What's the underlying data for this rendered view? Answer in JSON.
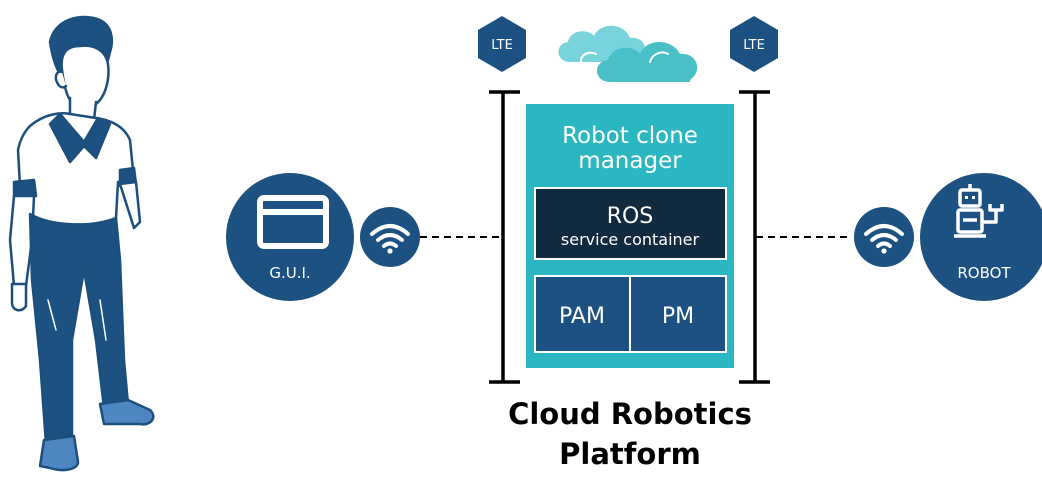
{
  "diagram": {
    "title_line1": "Cloud Robotics",
    "title_line2": "Platform",
    "gui_label": "G.U.I.",
    "robot_label": "ROBOT",
    "lte_left": "LTE",
    "lte_right": "LTE",
    "clone_manager_line1": "Robot clone",
    "clone_manager_line2": "manager",
    "ros_line1": "ROS",
    "ros_line2": "service container",
    "pam_label": "PAM",
    "pm_label": "PM"
  },
  "colors": {
    "navy": "#1c5181",
    "dark_navy": "#112a40",
    "teal": "#2bb7c1",
    "cloud_light": "#79d3dc",
    "cloud_dark": "#49bfc8",
    "skin": "#ffffff",
    "outline": "#1d4f7c"
  },
  "icons": {
    "person": "person-standing-icon",
    "gui": "window-icon",
    "wifi": "wifi-icon",
    "robot": "robot-arm-icon",
    "cloud": "cloud-icon",
    "lte": "lte-hexagon-icon"
  }
}
